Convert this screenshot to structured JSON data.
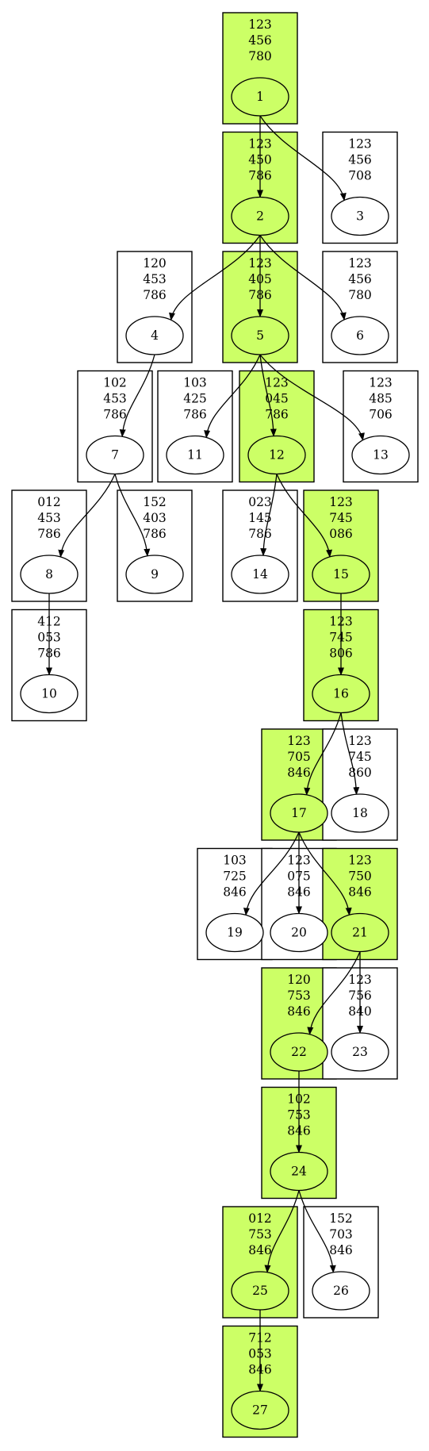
{
  "colors": {
    "solution_fill": "#ccff66",
    "default_fill": "#ffffff",
    "stroke": "#000000"
  },
  "nodes": [
    {
      "id": "1",
      "state": [
        "123",
        "456",
        "780"
      ],
      "on_path": true
    },
    {
      "id": "2",
      "state": [
        "123",
        "450",
        "786"
      ],
      "on_path": true
    },
    {
      "id": "3",
      "state": [
        "123",
        "456",
        "708"
      ],
      "on_path": false
    },
    {
      "id": "4",
      "state": [
        "120",
        "453",
        "786"
      ],
      "on_path": false
    },
    {
      "id": "5",
      "state": [
        "123",
        "405",
        "786"
      ],
      "on_path": true
    },
    {
      "id": "6",
      "state": [
        "123",
        "456",
        "780"
      ],
      "on_path": false
    },
    {
      "id": "7",
      "state": [
        "102",
        "453",
        "786"
      ],
      "on_path": false
    },
    {
      "id": "11",
      "state": [
        "103",
        "425",
        "786"
      ],
      "on_path": false
    },
    {
      "id": "12",
      "state": [
        "123",
        "045",
        "786"
      ],
      "on_path": true
    },
    {
      "id": "13",
      "state": [
        "123",
        "485",
        "706"
      ],
      "on_path": false
    },
    {
      "id": "8",
      "state": [
        "012",
        "453",
        "786"
      ],
      "on_path": false
    },
    {
      "id": "9",
      "state": [
        "152",
        "403",
        "786"
      ],
      "on_path": false
    },
    {
      "id": "14",
      "state": [
        "023",
        "145",
        "786"
      ],
      "on_path": false
    },
    {
      "id": "15",
      "state": [
        "123",
        "745",
        "086"
      ],
      "on_path": true
    },
    {
      "id": "10",
      "state": [
        "412",
        "053",
        "786"
      ],
      "on_path": false
    },
    {
      "id": "16",
      "state": [
        "123",
        "745",
        "806"
      ],
      "on_path": true
    },
    {
      "id": "17",
      "state": [
        "123",
        "705",
        "846"
      ],
      "on_path": true
    },
    {
      "id": "18",
      "state": [
        "123",
        "745",
        "860"
      ],
      "on_path": false
    },
    {
      "id": "19",
      "state": [
        "103",
        "725",
        "846"
      ],
      "on_path": false
    },
    {
      "id": "20",
      "state": [
        "123",
        "075",
        "846"
      ],
      "on_path": false
    },
    {
      "id": "21",
      "state": [
        "123",
        "750",
        "846"
      ],
      "on_path": true
    },
    {
      "id": "22",
      "state": [
        "120",
        "753",
        "846"
      ],
      "on_path": true
    },
    {
      "id": "23",
      "state": [
        "123",
        "756",
        "840"
      ],
      "on_path": false
    },
    {
      "id": "24",
      "state": [
        "102",
        "753",
        "846"
      ],
      "on_path": true
    },
    {
      "id": "25",
      "state": [
        "012",
        "753",
        "846"
      ],
      "on_path": true
    },
    {
      "id": "26",
      "state": [
        "152",
        "703",
        "846"
      ],
      "on_path": false
    },
    {
      "id": "27",
      "state": [
        "712",
        "053",
        "846"
      ],
      "on_path": true
    }
  ],
  "edges": [
    [
      "1",
      "2"
    ],
    [
      "1",
      "3"
    ],
    [
      "2",
      "4"
    ],
    [
      "2",
      "5"
    ],
    [
      "2",
      "6"
    ],
    [
      "4",
      "7"
    ],
    [
      "5",
      "11"
    ],
    [
      "5",
      "12"
    ],
    [
      "5",
      "13"
    ],
    [
      "7",
      "8"
    ],
    [
      "7",
      "9"
    ],
    [
      "12",
      "14"
    ],
    [
      "12",
      "15"
    ],
    [
      "8",
      "10"
    ],
    [
      "15",
      "16"
    ],
    [
      "16",
      "17"
    ],
    [
      "16",
      "18"
    ],
    [
      "17",
      "19"
    ],
    [
      "17",
      "20"
    ],
    [
      "17",
      "21"
    ],
    [
      "21",
      "22"
    ],
    [
      "21",
      "23"
    ],
    [
      "22",
      "24"
    ],
    [
      "24",
      "25"
    ],
    [
      "24",
      "26"
    ],
    [
      "25",
      "27"
    ]
  ]
}
